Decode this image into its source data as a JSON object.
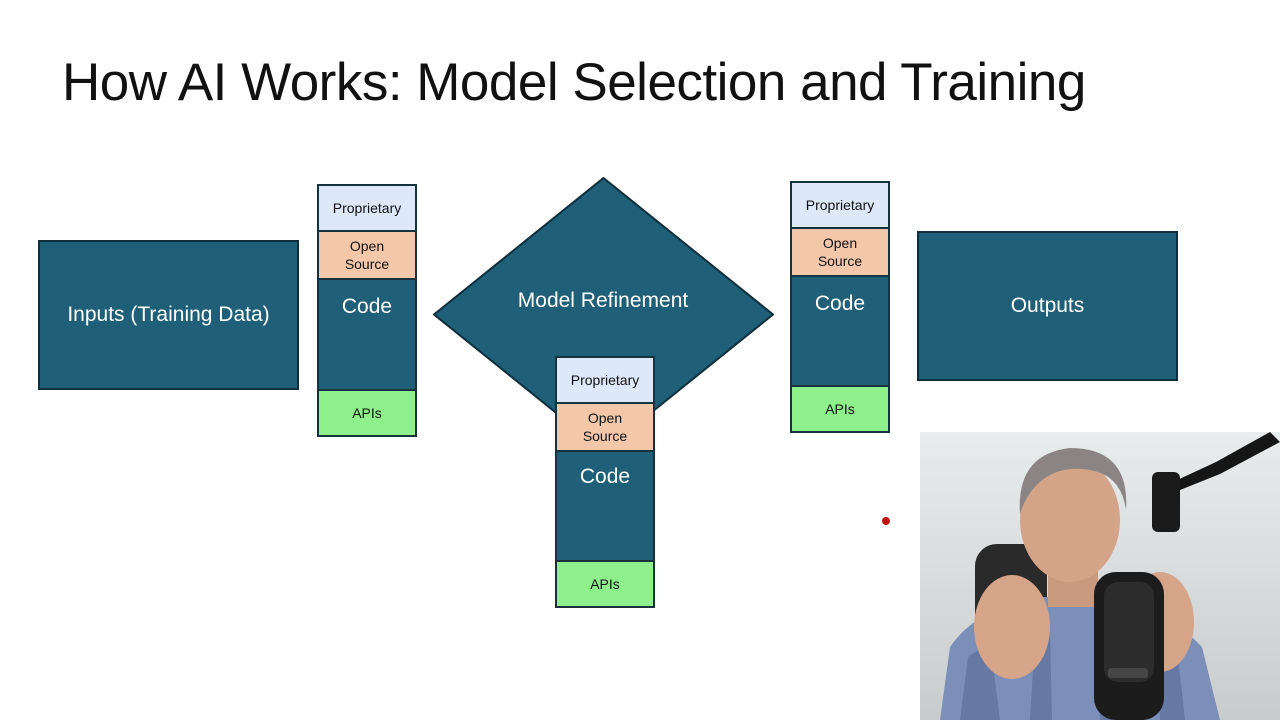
{
  "slide": {
    "title": "How AI Works: Model Selection and Training"
  },
  "diagram": {
    "inputs_label": "Inputs (Training Data)",
    "refinement_label": "Model Refinement",
    "outputs_label": "Outputs",
    "stacks": {
      "left": {
        "proprietary": "Proprietary",
        "open_source": "Open Source",
        "code": "Code",
        "apis": "APIs"
      },
      "center": {
        "proprietary": "Proprietary",
        "open_source": "Open Source",
        "code": "Code",
        "apis": "APIs"
      },
      "right": {
        "proprietary": "Proprietary",
        "open_source": "Open Source",
        "code": "Code",
        "apis": "APIs"
      }
    }
  },
  "colors": {
    "primary_teal": "#1f5f77",
    "proprietary_fill": "#dde8f8",
    "open_source_fill": "#f3c7a9",
    "apis_fill": "#8ef08a",
    "pointer_red": "#c41111"
  }
}
